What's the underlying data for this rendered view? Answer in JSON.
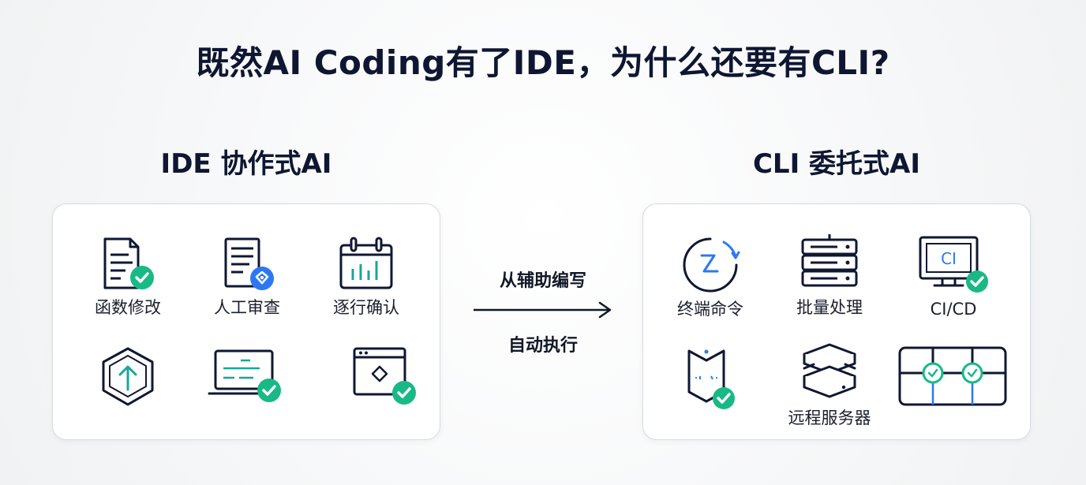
{
  "title": "既然AI Coding有了IDE，为什么还要有CLI?",
  "left_panel": {
    "title": "IDE 协作式AI",
    "items": [
      {
        "label": "函数修改",
        "icon": "document-check-icon"
      },
      {
        "label": "人工审查",
        "icon": "document-review-icon"
      },
      {
        "label": "逐行确认",
        "icon": "calendar-chart-icon"
      },
      {
        "label": "",
        "icon": "shield-arrow-icon"
      },
      {
        "label": "",
        "icon": "laptop-check-icon"
      },
      {
        "label": "",
        "icon": "browser-window-check-icon"
      }
    ]
  },
  "middle": {
    "top_label": "从辅助编写",
    "bottom_label": "自动执行"
  },
  "right_panel": {
    "title": "CLI 委托式AI",
    "items": [
      {
        "label": "终端命令",
        "icon": "terminal-loop-icon"
      },
      {
        "label": "批量处理",
        "icon": "server-rack-icon"
      },
      {
        "label": "CI/CD",
        "icon": "ci-monitor-icon"
      },
      {
        "label": "",
        "icon": "book-check-icon"
      },
      {
        "label": "远程服务器",
        "icon": "stacked-servers-icon"
      },
      {
        "label": "",
        "icon": "pipeline-icon"
      }
    ]
  },
  "monitor_text": "CI",
  "colors": {
    "navy": "#0f1733",
    "green": "#18b985",
    "blue": "#2d78f2",
    "teal": "#19a59a",
    "border": "#d7dbe0"
  }
}
